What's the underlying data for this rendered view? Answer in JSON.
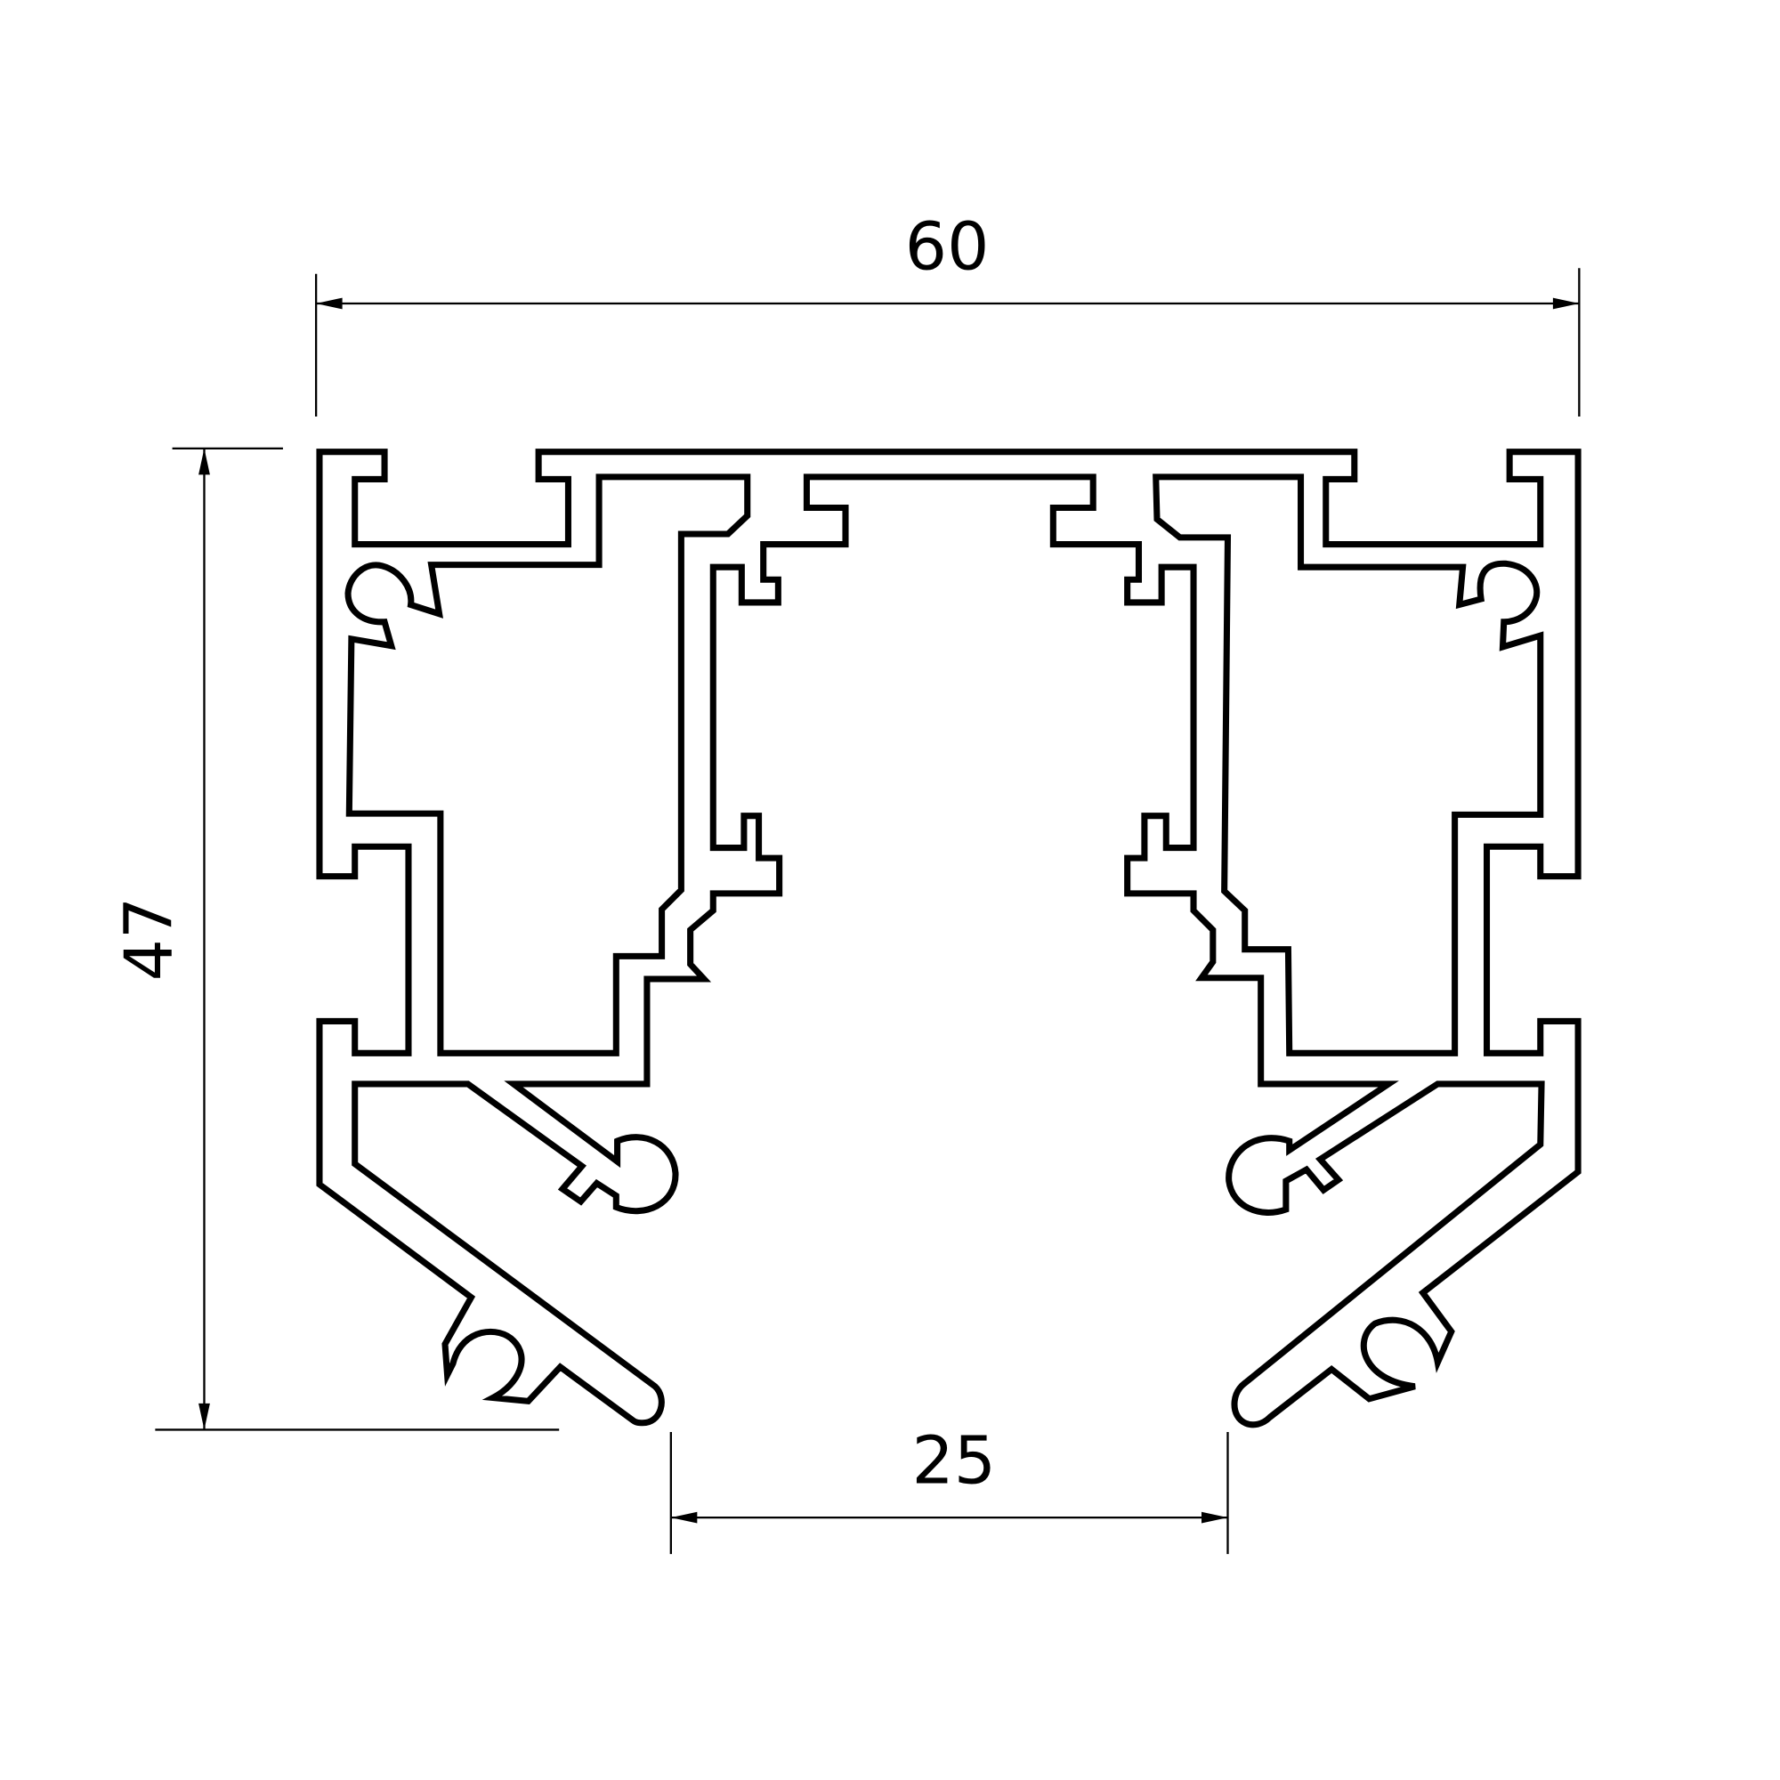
{
  "drawing": {
    "title_hidden": "",
    "stroke_color": "#000000",
    "background_color": "#ffffff",
    "dimensions": {
      "width": {
        "label": "60",
        "value": 60
      },
      "height": {
        "label": "47",
        "value": 47
      },
      "opening": {
        "label": "25",
        "value": 25
      }
    }
  }
}
